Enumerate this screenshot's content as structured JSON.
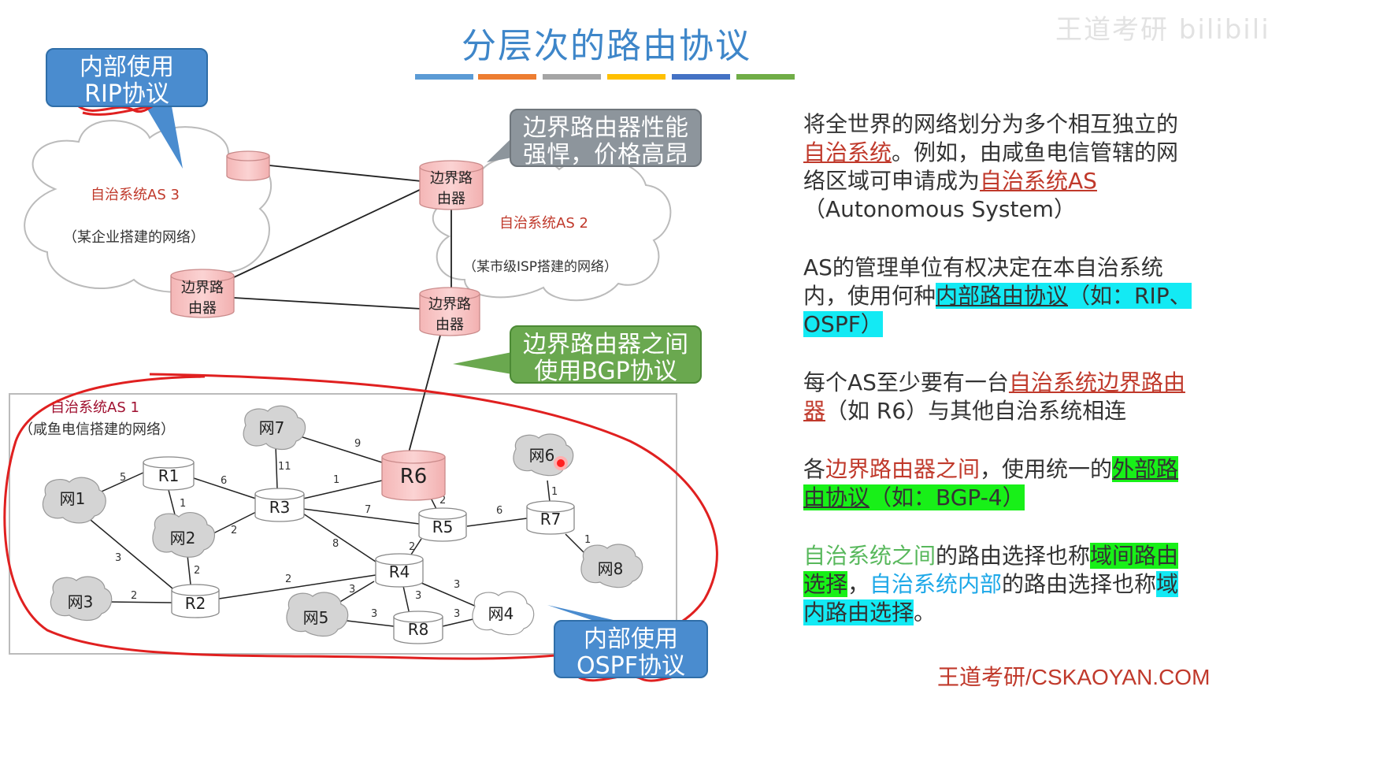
{
  "title": "分层次的路由协议",
  "watermark": "王道考研 bilibili",
  "footer": "王道考研/CSKAOYAN.COM",
  "colors": {
    "title": "#3e86c9",
    "bars": [
      "#5b9bd5",
      "#ed7d31",
      "#a5a5a5",
      "#ffc000",
      "#4472c4",
      "#70ad47"
    ],
    "callout_blue": "#4a8ccf",
    "callout_gray": "#8d959c",
    "callout_green": "#6aa84f",
    "router_pink": "#f8c9c9",
    "annotation_red": "#e02020",
    "highlight_cyan": "#13eaf4",
    "highlight_green": "#18f018"
  },
  "callouts": {
    "rip": [
      "内部使用",
      "RIP协议"
    ],
    "border_router": [
      "边界路由器性能",
      "强悍，价格高昂"
    ],
    "bgp": [
      "边界路由器之间",
      "使用BGP协议"
    ],
    "ospf": [
      "内部使用",
      "OSPF协议"
    ]
  },
  "as3": {
    "name": "自治系统AS 3",
    "desc": "（某企业搭建的网络）",
    "border_router": [
      "边界路",
      "由器"
    ]
  },
  "as2": {
    "name": "自治系统AS 2",
    "desc": "（某市级ISP搭建的网络）",
    "border_router_top": [
      "边界路",
      "由器"
    ],
    "border_router_bottom": [
      "边界路",
      "由器"
    ]
  },
  "as1": {
    "name": "自治系统AS 1",
    "desc": "（咸鱼电信搭建的网络）"
  },
  "nodes": {
    "R1": "R1",
    "R2": "R2",
    "R3": "R3",
    "R4": "R4",
    "R5": "R5",
    "R6": "R6",
    "R7": "R7",
    "R8": "R8",
    "net1": "网1",
    "net2": "网2",
    "net3": "网3",
    "net4": "网4",
    "net5": "网5",
    "net6": "网6",
    "net7": "网7",
    "net8": "网8"
  },
  "link_weights": {
    "net1_R1": "5",
    "R1_net2": "1",
    "R1_R3": "6",
    "net7_R3": "11",
    "net7_R6": "9",
    "R3_R6": "1",
    "net2_R3": "2",
    "net2_R2": "2",
    "net1_R2": "3",
    "net3_R2": "2",
    "R3_R5": "7",
    "R3_R4": "8",
    "R6_R5": "2",
    "R5_R4": "2",
    "R5_R7": "6",
    "net6_R7": "1",
    "R7_net8": "1",
    "R2_R4": "2",
    "R4_net5": "3",
    "R4_R8": "3",
    "R4_net4": "3",
    "net5_R8": "3",
    "R8_net4": "3"
  },
  "right_panel": {
    "p1_a": "将全世界的网络划分为多个相互独立的",
    "p1_b": "自治系统",
    "p1_c": "。例如，由咸鱼电信管辖的网络区域可申请成为",
    "p1_d": "自治系统AS",
    "p1_e": "（Autonomous System）",
    "p2_a": "AS的管理单位有权决定在本自治系统内，使用何种",
    "p2_b": "内部路由协议",
    "p2_c": "（如：RIP、OSPF）",
    "p3_a": "每个AS至少要有一台",
    "p3_b": "自治系统边界路由器",
    "p3_c": "（如 R6）与其他自治系统相连",
    "p4_a": "各",
    "p4_b": "边界路由器之间",
    "p4_c": "，使用统一的",
    "p4_d": "外部路由协议",
    "p4_e": "（如：BGP-4）",
    "p5_a": "自治系统之间",
    "p5_b": "的路由选择也称",
    "p5_c": "域间路由选择",
    "p5_d": "，",
    "p5_e": "自治系统内部",
    "p5_f": "的路由选择也称",
    "p5_g": "域内路由选择",
    "p5_h": "。"
  }
}
